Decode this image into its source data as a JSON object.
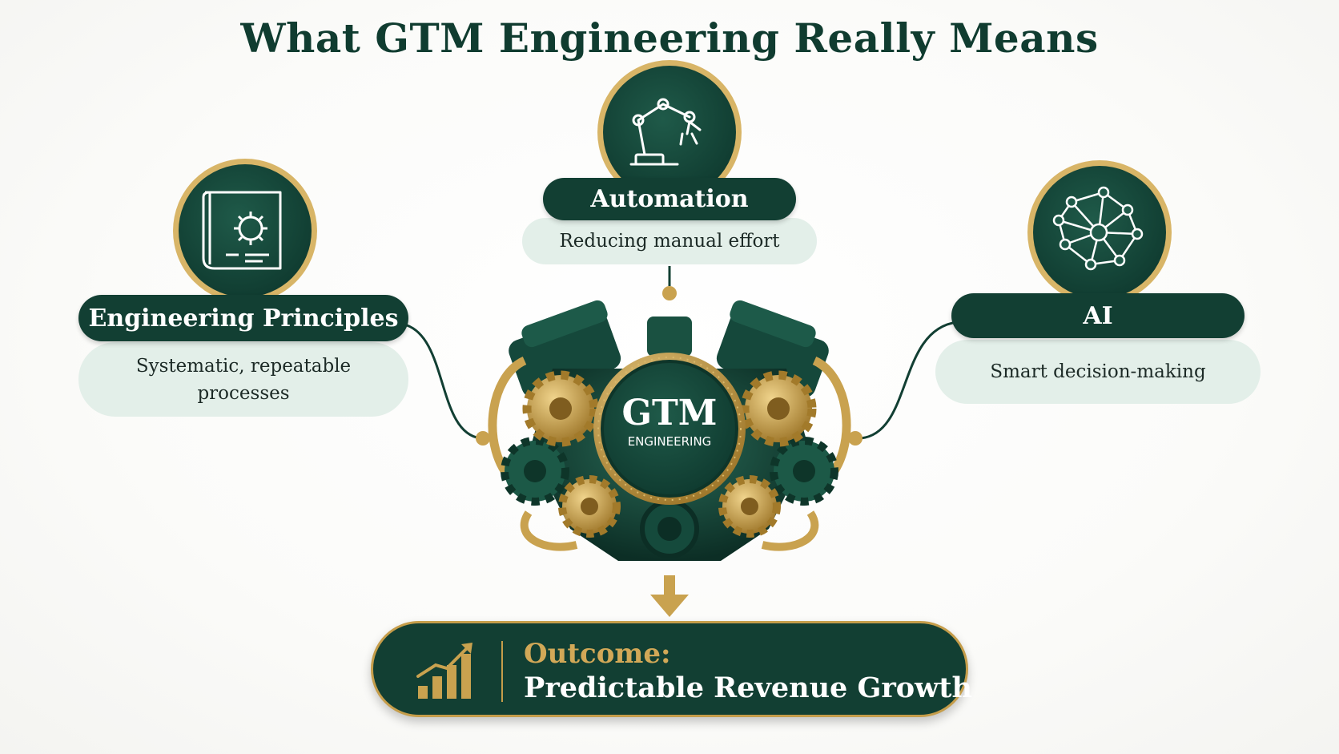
{
  "title": "What GTM Engineering Really Means",
  "center": {
    "title": "GTM",
    "subtitle": "ENGINEERING"
  },
  "pillars": [
    {
      "title": "Engineering Principles",
      "description_lines": [
        "Systematic, repeatable",
        "processes"
      ],
      "icon": "blueprint-gear-icon"
    },
    {
      "title": "Automation",
      "description_lines": [
        "Reducing manual effort"
      ],
      "icon": "robotic-arm-icon"
    },
    {
      "title": "AI",
      "description_lines": [
        "Smart decision-making"
      ],
      "icon": "neural-network-icon"
    }
  ],
  "outcome": {
    "label": "Outcome:",
    "text": "Predictable Revenue Growth",
    "icon": "growth-chart-icon"
  },
  "colors": {
    "dark_green": "#123f33",
    "gold": "#c59d4a",
    "light_green": "#e3efe9",
    "title_text": "#103c30"
  }
}
